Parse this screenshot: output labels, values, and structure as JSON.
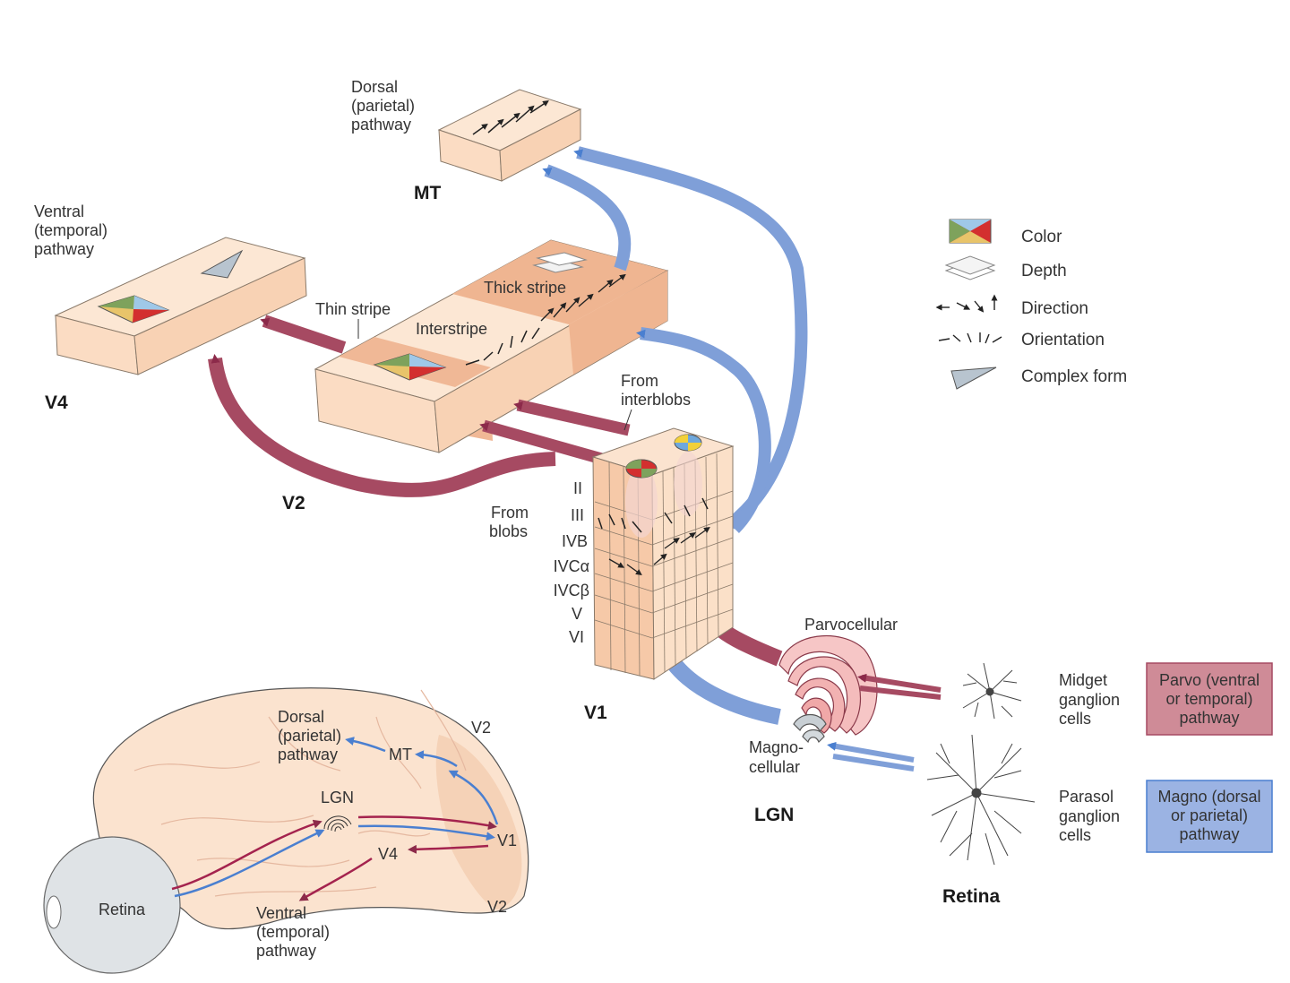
{
  "colors": {
    "parvo": "#a64a62",
    "magno": "#7f9fd8",
    "tissue": "#fbe3cf",
    "stripe": "#f0b896",
    "parvo_box": "#cf8b97",
    "magno_box": "#9bb3e3"
  },
  "areas": {
    "mt": "MT",
    "v4": "V4",
    "v2": "V2",
    "v1": "V1",
    "lgn": "LGN",
    "retina": "Retina"
  },
  "pathways": {
    "dorsal": [
      "Dorsal",
      "(parietal)",
      "pathway"
    ],
    "ventral": [
      "Ventral",
      "(temporal)",
      "pathway"
    ]
  },
  "v2_regions": {
    "thin_stripe": "Thin stripe",
    "thick_stripe": "Thick stripe",
    "interstripe": "Interstripe"
  },
  "v1_sources": {
    "interblobs": [
      "From",
      "interblobs"
    ],
    "blobs": [
      "From",
      "blobs"
    ]
  },
  "v1_layers": [
    "II",
    "III",
    "IVB",
    "IVCα",
    "IVCβ",
    "V",
    "VI"
  ],
  "lgn_layers": {
    "parvocellular": "Parvocellular",
    "magnocellular": [
      "Magno-",
      "cellular"
    ]
  },
  "ganglion_cells": {
    "midget": [
      "Midget",
      "ganglion",
      "cells"
    ],
    "parasol": [
      "Parasol",
      "ganglion",
      "cells"
    ]
  },
  "pathway_boxes": {
    "parvo": [
      "Parvo (ventral",
      "or temporal)",
      "pathway"
    ],
    "magno": [
      "Magno (dorsal",
      "or parietal)",
      "pathway"
    ]
  },
  "legend": [
    {
      "icon": "color-icon",
      "label": "Color"
    },
    {
      "icon": "depth-icon",
      "label": "Depth"
    },
    {
      "icon": "direction-icon",
      "label": "Direction"
    },
    {
      "icon": "orientation-icon",
      "label": "Orientation"
    },
    {
      "icon": "complex-form-icon",
      "label": "Complex form"
    }
  ],
  "brain": {
    "dorsal": [
      "Dorsal",
      "(parietal)",
      "pathway"
    ],
    "ventral": [
      "Ventral",
      "(temporal)",
      "pathway"
    ],
    "mt": "MT",
    "lgn": "LGN",
    "v4": "V4",
    "v1": "V1",
    "v2_top": "V2",
    "v2_bottom": "V2",
    "retina": "Retina"
  }
}
